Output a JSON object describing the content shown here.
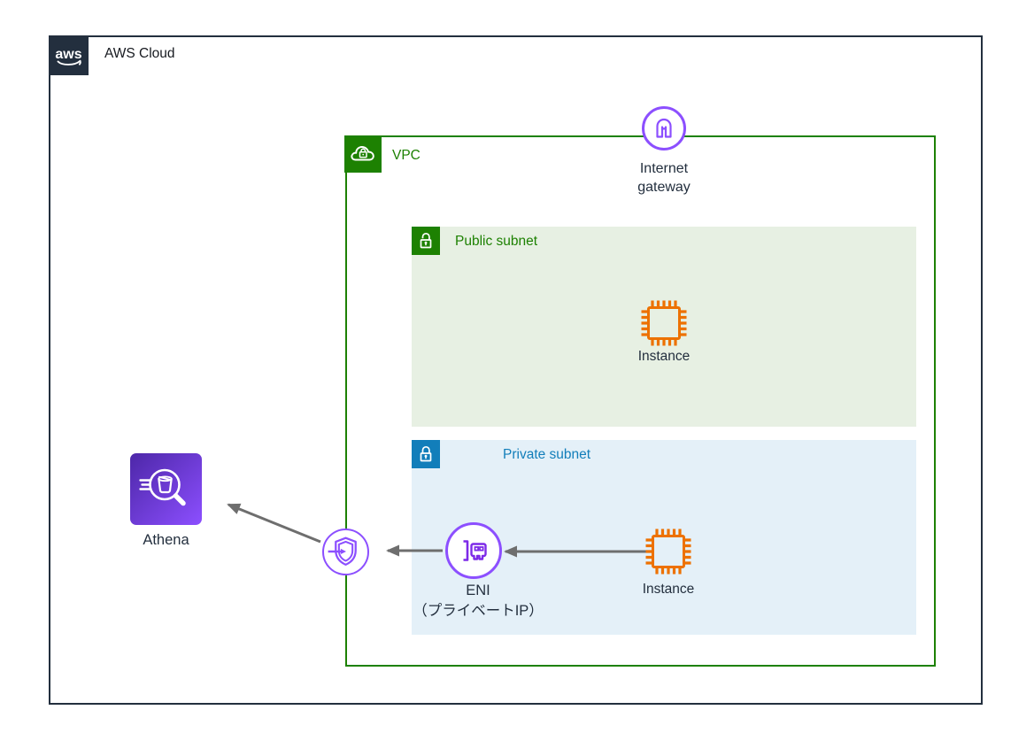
{
  "aws_cloud": {
    "logo_text": "aws",
    "label": "AWS Cloud"
  },
  "vpc": {
    "label": "VPC"
  },
  "internet_gateway": {
    "line1": "Internet",
    "line2": "gateway"
  },
  "public_subnet": {
    "label": "Public subnet",
    "instance": {
      "label": "Instance"
    }
  },
  "private_subnet": {
    "label": "Private subnet",
    "instance": {
      "label": "Instance"
    }
  },
  "eni": {
    "line1": "ENI",
    "line2": "（プライベートIP）"
  },
  "athena": {
    "label": "Athena"
  },
  "colors": {
    "aws_dark": "#232F3E",
    "vpc_green": "#1D8102",
    "public_subnet_bg": "#E7F0E3",
    "private_subnet_blue": "#127EBA",
    "private_subnet_bg": "#E4F0F8",
    "icon_purple": "#8C4FFF",
    "instance_orange": "#ED7100",
    "arrow_gray": "#6E6E6E",
    "athena_gradient_start": "#4D27A8",
    "athena_gradient_end": "#8C4FFF"
  }
}
